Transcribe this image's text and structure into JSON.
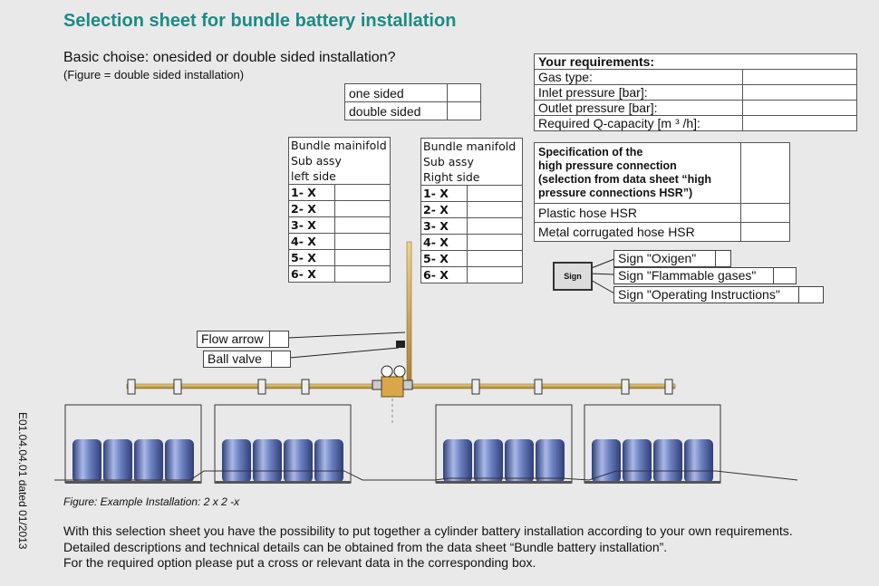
{
  "title": "Selection sheet for bundle battery installation",
  "basic_choice": {
    "question": "Basic choise: onesided or double sided installation?",
    "note": "(Figure = double sided installation)",
    "options": [
      "one sided",
      "double sided"
    ]
  },
  "requirements": {
    "header": "Your requirements:",
    "rows": [
      "Gas type:",
      "Inlet pressure [bar]:",
      "Outlet pressure [bar]:",
      "Required Q-capacity [m ³ /h]:"
    ]
  },
  "specification": {
    "header_lines": [
      "Specification of the",
      "high pressure connection",
      "(selection from data sheet “high",
      "pressure connections HSR”)"
    ],
    "options": [
      "Plastic hose HSR",
      "Metal corrugated hose HSR"
    ]
  },
  "left_manifold": {
    "header": [
      "Bundle mainifold",
      "Sub assy",
      "left side"
    ],
    "rows": [
      "1- X",
      "2- X",
      "3- X",
      "4- X",
      "5- X",
      "6- X"
    ]
  },
  "right_manifold": {
    "header": [
      "Bundle manifold",
      "Sub assy",
      "Right side"
    ],
    "rows": [
      "1- X",
      "2- X",
      "3- X",
      "4- X",
      "5- X",
      "6- X"
    ]
  },
  "callouts": {
    "flow_arrow": "Flow arrow",
    "ball_valve": "Ball valve"
  },
  "signs": {
    "icon_label": "Sign",
    "items": [
      "Sign \"Oxigen\"",
      "Sign \"Flammable gases\"",
      "Sign \"Operating Instructions\""
    ]
  },
  "caption": "Figure: Example Installation: 2 x 2 -x",
  "paragraph": [
    "With this selection sheet you have the possibility to put together a cylinder battery installation according to your own requirements.",
    "Detailed descriptions and technical details can be obtained from the data sheet “Bundle battery installation”.",
    "For the required option please put a cross or relevant data in the corresponding box."
  ],
  "document_id": "E01.04.04.01 dated 01/2013",
  "colors": {
    "title": "#1a8c84",
    "pipe": "#c9a24a",
    "cylinder": "#5b6fa8"
  }
}
